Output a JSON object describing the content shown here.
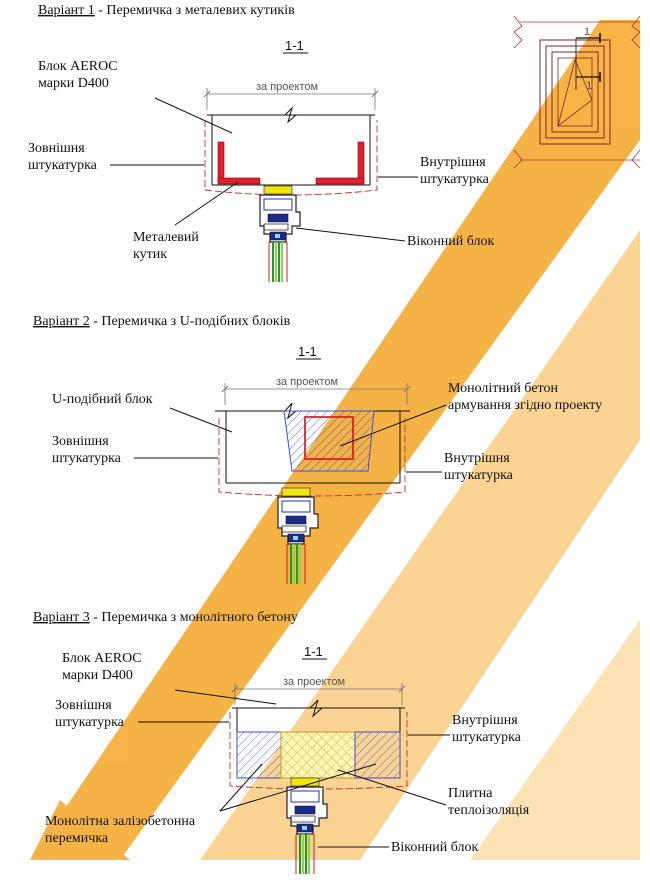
{
  "watermark": {
    "colors": [
      "#f7b23b",
      "#fde8c2"
    ]
  },
  "variant1": {
    "heading_num": "Варіант 1",
    "heading_text": " - Перемичка з металевих кутиків",
    "section": "1-1",
    "dimension": "за проектом",
    "block_l1": "Блок AEROC",
    "block_l2": "марки D400",
    "outer_l1": "Зовнішня",
    "outer_l2": "штукатурка",
    "inner_l1": "Внутрішня",
    "inner_l2": "штукатурка",
    "angle_l1": "Металевий",
    "angle_l2": "кутик",
    "window": "Віконний блок",
    "mini_section": "1",
    "mini_section2": "1"
  },
  "variant2": {
    "heading_num": "Варіант 2",
    "heading_text": " - Перемичка з U-подібних блоків",
    "section": "1-1",
    "dimension": "за проектом",
    "ublock": "U-подібний блок",
    "concrete_l1": "Монолітний бетон",
    "concrete_l2": "армування згідно проекту",
    "outer_l1": "Зовнішня",
    "outer_l2": "штукатурка",
    "inner_l1": "Внутрішня",
    "inner_l2": "штукатурка"
  },
  "variant3": {
    "heading_num": "Варіант 3",
    "heading_text": " - Перемичка з монолітного бетону",
    "section": "1-1",
    "dimension": "за проектом",
    "block_l1": "Блок AEROC",
    "block_l2": "марки D400",
    "outer_l1": "Зовнішня",
    "outer_l2": "штукатурка",
    "inner_l1": "Внутрішня",
    "inner_l2": "штукатурка",
    "insul_l1": "Плитна",
    "insul_l2": "теплоізоляція",
    "lintel_l1": "Монолітна залізобетонна",
    "lintel_l2": "перемичка",
    "window": "Віконний блок"
  }
}
